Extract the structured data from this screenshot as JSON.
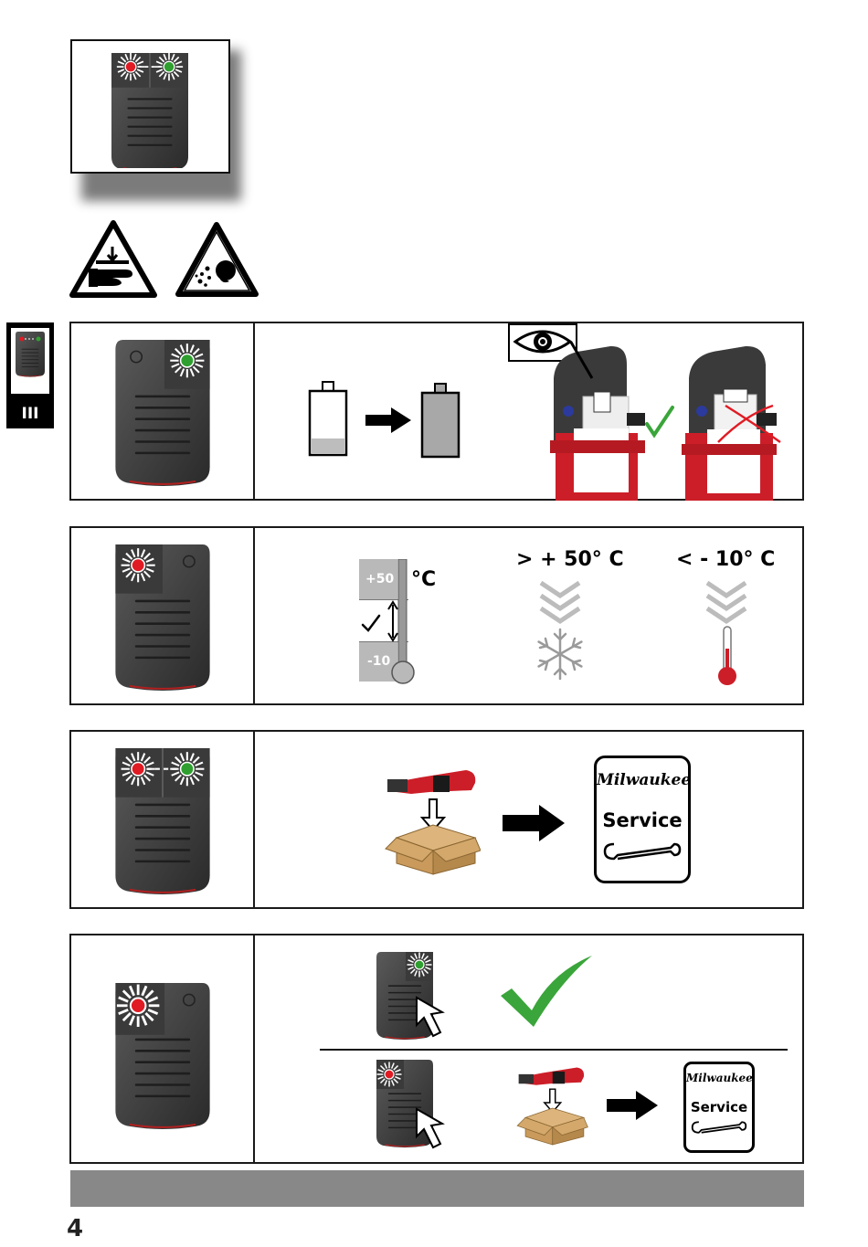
{
  "tab": {
    "section_number": "III"
  },
  "panel2": {
    "gauge_high": "+50",
    "gauge_low": "-10",
    "unit": "°C",
    "hot_threshold": "> + 50° C",
    "cold_threshold": "< - 10° C"
  },
  "panel3": {
    "service_brand": "Milwaukee",
    "service_word": "Service"
  },
  "panel4": {
    "service_brand": "Milwaukee",
    "service_word": "Service"
  },
  "page": {
    "number": "4"
  },
  "colors": {
    "led_red": "#e01b24",
    "led_green": "#2fa02f",
    "check_green": "#3aa53a",
    "tool_red": "#d0202a",
    "footer_gray": "#888888",
    "box_tan": "#c99a5b"
  },
  "icons": [
    "crush-hazard-warning-icon",
    "flying-debris-warning-icon",
    "eye-inspect-icon",
    "battery-empty-icon",
    "battery-full-icon",
    "snowflake-icon",
    "thermometer-icon",
    "wrench-icon",
    "hand-cursor-icon",
    "checkmark-icon"
  ]
}
